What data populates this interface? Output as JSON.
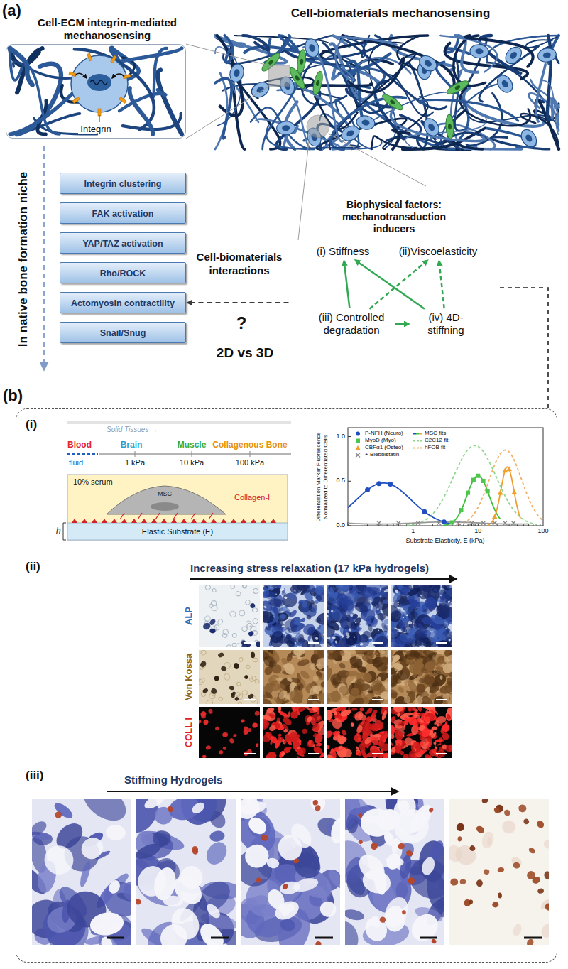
{
  "diagram": {
    "nodes": [
      {
        "text": [
          "Cell-ECM integrin-mediated mechanosensing",
          "Integrin"
        ]
      },
      {
        "text": [
          "Integrin clustering"
        ]
      },
      {
        "text": [
          "FAK activation"
        ]
      },
      {
        "text": [
          "YAP/TAZ activation"
        ]
      },
      {
        "text": [
          "Rho/ROCK"
        ]
      },
      {
        "text": [
          "Actomyosin contractility"
        ]
      },
      {
        "text": [
          "Snail/Snug"
        ]
      },
      {
        "text": [
          "Biophysical factors: mechanotransduction inducers"
        ]
      },
      {
        "text": [
          "(i) Stiffness"
        ],
        "in": 7
      },
      {
        "text": [
          "(ii)Viscoelasticity"
        ],
        "in": 7
      },
      {
        "text": [
          "(iii) Controlled degradation"
        ],
        "in": 7
      },
      {
        "text": [
          "(iv) 4D-stiffning"
        ],
        "in": 7
      },
      {
        "text": [
          "(b)"
        ]
      }
    ],
    "edges": [
      {
        "from": 7,
        "to": 5,
        "arrow": "to",
        "label": "Cell-biomaterials interactions"
      },
      {
        "from": 10,
        "to": 8,
        "arrow": "to"
      },
      {
        "from": 10,
        "to": 9,
        "arrow": "to"
      },
      {
        "from": 11,
        "to": 8,
        "arrow": "to"
      },
      {
        "from": 11,
        "to": 9,
        "arrow": "to"
      },
      {
        "from": 10,
        "to": 11,
        "arrow": "to"
      },
      {
        "from": 7,
        "to": 12,
        "arrow": "none"
      }
    ],
    "labels": [
      "(a)",
      "Cell-biomaterials mechanosensing",
      "In native bone formation niche",
      "?",
      "2D vs 3D",
      "(i)",
      "Solid Tissues →",
      "Blood",
      "fluid",
      "Brain",
      "Muscle",
      "Collagenous Bone",
      "1 kPa",
      "10 kPa",
      "100 kPa",
      "10% serum",
      "MSC",
      "Collagen-I",
      "h",
      "Elastic Substrate (E)",
      "Differentiation Marker Fluorescence Normalized to Differentiated Cells",
      "Substrate Elasticity, E (kPa)",
      "1.0",
      "0.5",
      "0.0",
      "1",
      "10",
      "100",
      "(ii)",
      "Increasing stress relaxation (17 kPa hydrogels)",
      "ALP",
      "Von Kossa",
      "COLL I",
      "(iii)",
      "Stiffning Hydrogels"
    ],
    "legend": [
      {
        "text": "P-NFH (Neuro)"
      },
      {
        "text": "MyoD (Myo)"
      },
      {
        "text": "CBFα1 (Osteo)"
      },
      {
        "text": "+ Blebbistatin"
      },
      {
        "text": "MSC fits"
      },
      {
        "text": "C2C12 fit"
      },
      {
        "text": "hFOB fit"
      }
    ]
  }
}
